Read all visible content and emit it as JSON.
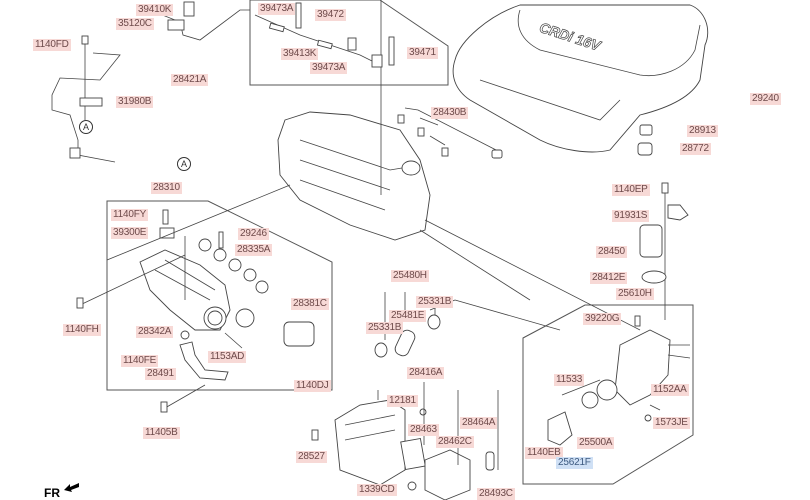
{
  "diagram": {
    "type": "exploded-parts-diagram",
    "cover_logo_text": "CRDi 16V",
    "direction_marker": "FR",
    "callout_marker": "A",
    "label_colors": {
      "default": "#f7d9d6",
      "highlighted": "#cfe0f5"
    }
  },
  "parts": [
    {
      "id": "39410K",
      "label": "39410K"
    },
    {
      "id": "35120C",
      "label": "35120C"
    },
    {
      "id": "1140FD",
      "label": "1140FD"
    },
    {
      "id": "28421A",
      "label": "28421A"
    },
    {
      "id": "31980B",
      "label": "31980B"
    },
    {
      "id": "39473A-1",
      "label": "39473A"
    },
    {
      "id": "39472",
      "label": "39472"
    },
    {
      "id": "39413K",
      "label": "39413K"
    },
    {
      "id": "39473A-2",
      "label": "39473A"
    },
    {
      "id": "39471",
      "label": "39471"
    },
    {
      "id": "28430B",
      "label": "28430B"
    },
    {
      "id": "29240",
      "label": "29240"
    },
    {
      "id": "28913",
      "label": "28913"
    },
    {
      "id": "28772",
      "label": "28772"
    },
    {
      "id": "28310",
      "label": "28310"
    },
    {
      "id": "1140FY",
      "label": "1140FY"
    },
    {
      "id": "39300E",
      "label": "39300E"
    },
    {
      "id": "29246",
      "label": "29246"
    },
    {
      "id": "28335A",
      "label": "28335A"
    },
    {
      "id": "1140FH",
      "label": "1140FH"
    },
    {
      "id": "28381C",
      "label": "28381C"
    },
    {
      "id": "28342A",
      "label": "28342A"
    },
    {
      "id": "1140FE",
      "label": "1140FE"
    },
    {
      "id": "1153AD",
      "label": "1153AD"
    },
    {
      "id": "28491",
      "label": "28491"
    },
    {
      "id": "1140DJ",
      "label": "1140DJ"
    },
    {
      "id": "11405B",
      "label": "11405B"
    },
    {
      "id": "25480H",
      "label": "25480H"
    },
    {
      "id": "25331B-1",
      "label": "25331B"
    },
    {
      "id": "25481E",
      "label": "25481E"
    },
    {
      "id": "25331B-2",
      "label": "25331B"
    },
    {
      "id": "28416A",
      "label": "28416A"
    },
    {
      "id": "12181",
      "label": "12181"
    },
    {
      "id": "28463",
      "label": "28463"
    },
    {
      "id": "28464A",
      "label": "28464A"
    },
    {
      "id": "28462C",
      "label": "28462C"
    },
    {
      "id": "28527",
      "label": "28527"
    },
    {
      "id": "1339CD",
      "label": "1339CD"
    },
    {
      "id": "28493C",
      "label": "28493C"
    },
    {
      "id": "1140EP",
      "label": "1140EP"
    },
    {
      "id": "91931S",
      "label": "91931S"
    },
    {
      "id": "28450",
      "label": "28450"
    },
    {
      "id": "28412E",
      "label": "28412E"
    },
    {
      "id": "25610H",
      "label": "25610H"
    },
    {
      "id": "39220G",
      "label": "39220G"
    },
    {
      "id": "11533",
      "label": "11533"
    },
    {
      "id": "1152AA",
      "label": "1152AA"
    },
    {
      "id": "1573JE",
      "label": "1573JE"
    },
    {
      "id": "25500A",
      "label": "25500A"
    },
    {
      "id": "1140EB",
      "label": "1140EB"
    },
    {
      "id": "25621F",
      "label": "25621F",
      "highlighted": true
    }
  ]
}
